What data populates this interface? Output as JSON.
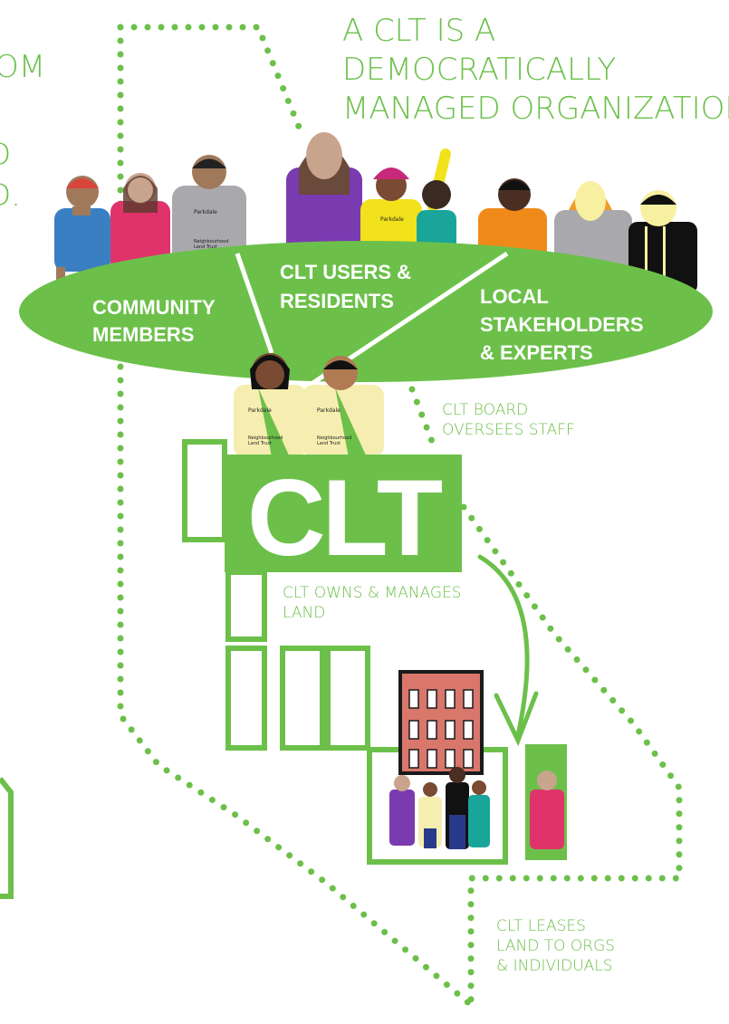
{
  "colors": {
    "green": "#6cc04a",
    "white": "#ffffff",
    "brick": "#d9776c",
    "building_frame": "#1a1a1a"
  },
  "header": {
    "line1": "A CLT IS A",
    "line2": "DEMOCRATICALLY",
    "line3": "MANAGED ORGANIZATION"
  },
  "left_fragments": [
    "OM",
    "D",
    "D."
  ],
  "groups": {
    "community_line1": "COMMUNITY",
    "community_line2": "MEMBERS",
    "users_line1": "CLT USERS &",
    "users_line2": "RESIDENTS",
    "local_line1": "LOCAL",
    "local_line2": "STAKEHOLDERS",
    "local_line3": "& EXPERTS"
  },
  "board": {
    "line1": "CLT BOARD",
    "line2": "OVERSEES STAFF"
  },
  "clt_logo": "CLT",
  "owns": {
    "line1": "CLT OWNS & MANAGES",
    "line2": "LAND"
  },
  "leases": {
    "line1": "CLT LEASES",
    "line2": "LAND TO ORGS",
    "line3": "& INDIVIDUALS"
  },
  "icons": [
    "person-icon",
    "building-icon",
    "arrow-icon"
  ]
}
